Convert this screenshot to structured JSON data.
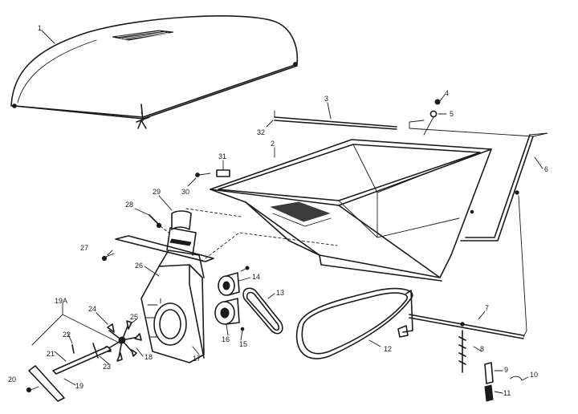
{
  "parts": [
    {
      "id": "p1",
      "label": "1"
    },
    {
      "id": "p2",
      "label": "2"
    },
    {
      "id": "p3",
      "label": "3"
    },
    {
      "id": "p4",
      "label": "4"
    },
    {
      "id": "p5",
      "label": "5"
    },
    {
      "id": "p6",
      "label": "6"
    },
    {
      "id": "p7",
      "label": "7"
    },
    {
      "id": "p8",
      "label": "8"
    },
    {
      "id": "p9",
      "label": "9"
    },
    {
      "id": "p10",
      "label": "10"
    },
    {
      "id": "p11",
      "label": "11"
    },
    {
      "id": "p12",
      "label": "12"
    },
    {
      "id": "p13",
      "label": "13"
    },
    {
      "id": "p14",
      "label": "14"
    },
    {
      "id": "p15",
      "label": "15"
    },
    {
      "id": "p16",
      "label": "16"
    },
    {
      "id": "p17",
      "label": "17"
    },
    {
      "id": "p18",
      "label": "18"
    },
    {
      "id": "p19",
      "label": "19"
    },
    {
      "id": "p19a",
      "label": "19A"
    },
    {
      "id": "p20",
      "label": "20"
    },
    {
      "id": "p21",
      "label": "21"
    },
    {
      "id": "p22",
      "label": "22"
    },
    {
      "id": "p23",
      "label": "23"
    },
    {
      "id": "p24",
      "label": "24"
    },
    {
      "id": "p25",
      "label": "25"
    },
    {
      "id": "p26",
      "label": "26"
    },
    {
      "id": "p27",
      "label": "27"
    },
    {
      "id": "p28",
      "label": "28"
    },
    {
      "id": "p29",
      "label": "29"
    },
    {
      "id": "p30",
      "label": "30"
    },
    {
      "id": "p31",
      "label": "31"
    },
    {
      "id": "p32",
      "label": "32"
    }
  ]
}
